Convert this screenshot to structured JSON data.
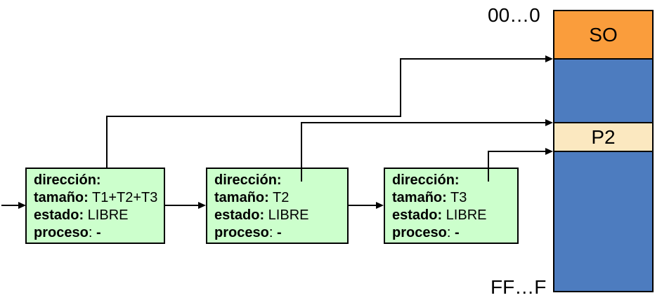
{
  "memory": {
    "top_label": "00…0",
    "bottom_label": "FF…F",
    "blocks": [
      {
        "label": "SO",
        "color": "#FA9D3C"
      },
      {
        "label": "",
        "color": "#4D7CBF"
      },
      {
        "label": "P2",
        "color": "#FBE8C0"
      },
      {
        "label": "",
        "color": "#4D7CBF"
      }
    ]
  },
  "nodes": [
    {
      "rows": [
        {
          "b1": "dirección:",
          "r": "",
          "b2": ""
        },
        {
          "b1": "tamaño:",
          "r": " T1+T2+T3",
          "b2": ""
        },
        {
          "b1": "estado:",
          "r": " LIBRE",
          "b2": ""
        },
        {
          "b1": "proceso",
          "r": ": ",
          "b2": "-"
        }
      ]
    },
    {
      "rows": [
        {
          "b1": "dirección:",
          "r": "",
          "b2": ""
        },
        {
          "b1": "tamaño:",
          "r": " T2",
          "b2": ""
        },
        {
          "b1": "estado:",
          "r": " LIBRE",
          "b2": ""
        },
        {
          "b1": "proceso",
          "r": ": ",
          "b2": "-"
        }
      ]
    },
    {
      "rows": [
        {
          "b1": "dirección:",
          "r": "",
          "b2": ""
        },
        {
          "b1": "tamaño:",
          "r": " T3",
          "b2": ""
        },
        {
          "b1": "estado:",
          "r": " LIBRE",
          "b2": ""
        },
        {
          "b1": "proceso",
          "r": ": ",
          "b2": "-"
        }
      ]
    }
  ],
  "colors": {
    "node_fill": "#CCFFCC",
    "so_fill": "#FA9D3C",
    "process_fill": "#FBE8C0",
    "free_fill": "#4D7CBF",
    "line": "#000000"
  }
}
